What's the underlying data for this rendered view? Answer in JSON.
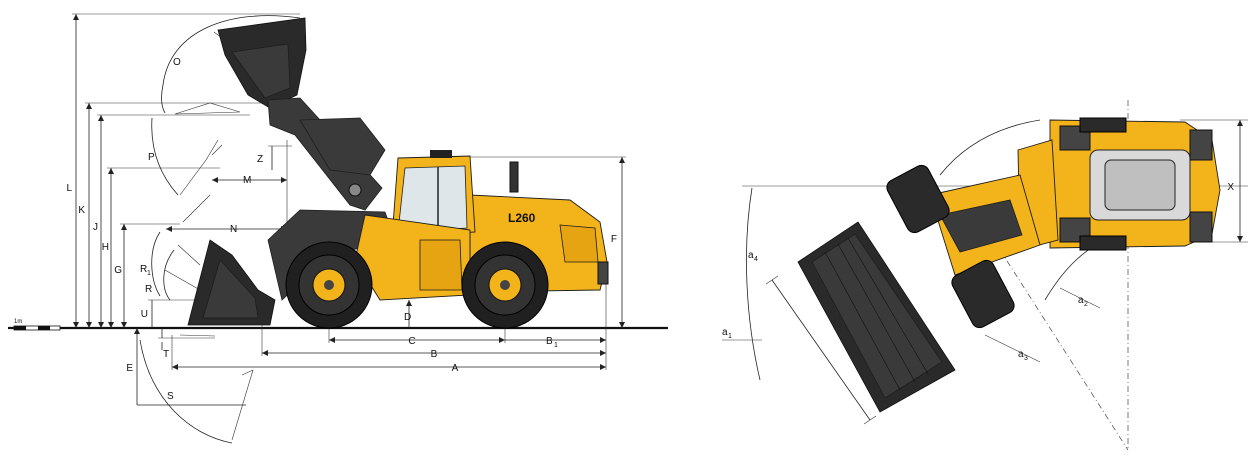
{
  "side_view": {
    "model_label": "L260",
    "dimension_labels": {
      "A": "A",
      "B": "B",
      "B1": "B",
      "B1_sub": "1",
      "C": "C",
      "D": "D",
      "E": "E",
      "F": "F",
      "G": "G",
      "H": "H",
      "J": "J",
      "K": "K",
      "L": "L",
      "M": "M",
      "N": "N",
      "O": "O",
      "P": "P",
      "R": "R",
      "R1": "R",
      "R1_sub": "1",
      "S": "S",
      "T": "T",
      "U": "U",
      "Z": "Z"
    },
    "scale_bar_label": "1m"
  },
  "top_view": {
    "dimension_labels": {
      "X": "X",
      "a1": "a",
      "a1_sub": "1",
      "a2": "a",
      "a2_sub": "2",
      "a3": "a",
      "a3_sub": "3",
      "a4": "a",
      "a4_sub": "4"
    }
  },
  "colors": {
    "machine_yellow": "#f2b31b",
    "boom_gray": "#3a3a3a",
    "tire_black": "#202020"
  }
}
